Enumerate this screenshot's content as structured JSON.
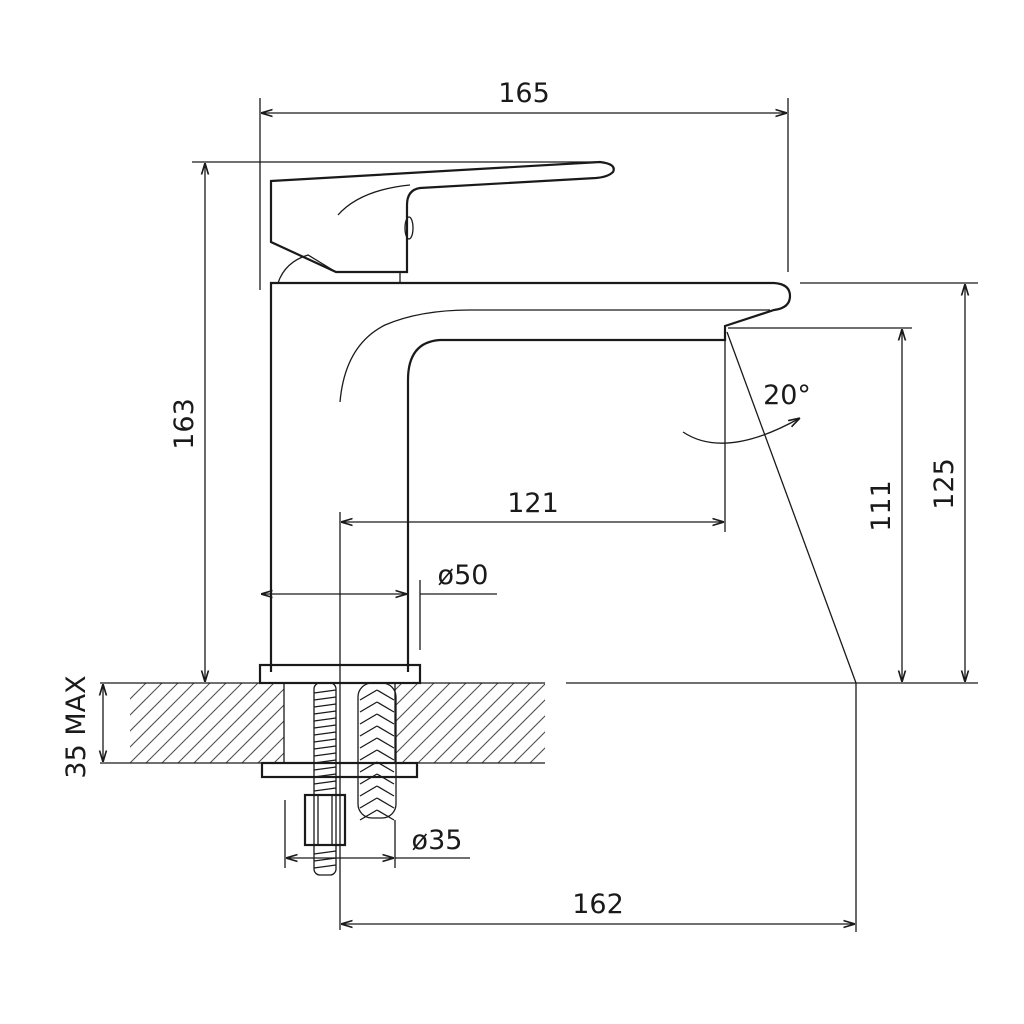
{
  "dimensions": {
    "overall_width": "165",
    "overall_height": "163",
    "spout_reach_axis": "121",
    "base_diameter": "ø50",
    "spout_angle": "20°",
    "spout_outlet_height": "111",
    "spout_top_height": "125",
    "max_deck_thickness": "35 MAX",
    "shank_diameter": "ø35",
    "projection_reach": "162"
  },
  "colors": {
    "line": "#1a1a1a",
    "hatch": "#4a4a4a",
    "background": "#ffffff"
  }
}
